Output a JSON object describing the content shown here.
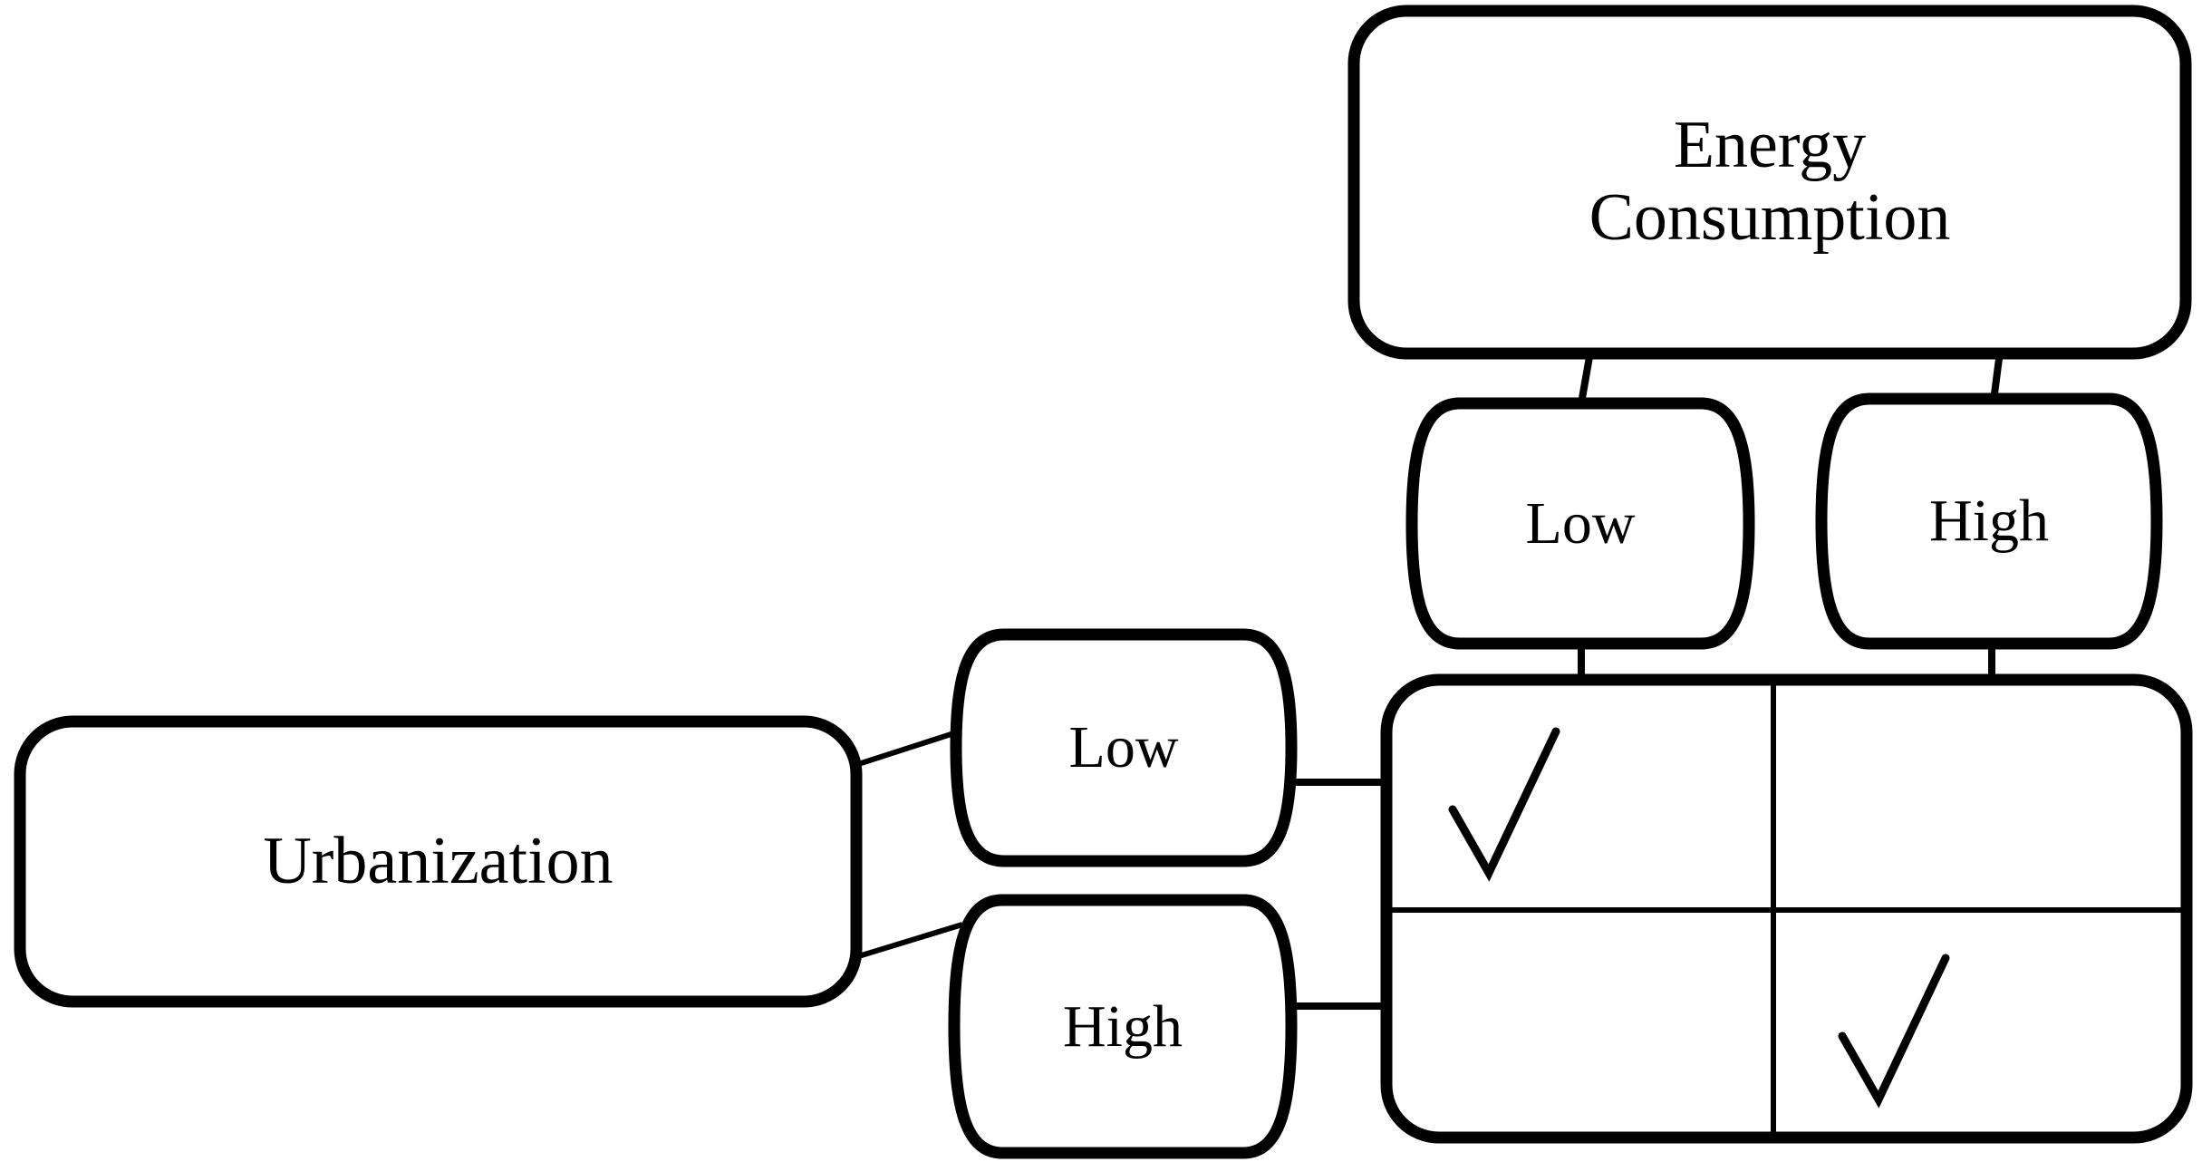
{
  "diagram": {
    "type": "bayesian-network-cpt",
    "background_color": "#ffffff",
    "stroke_color": "#000000",
    "variables": [
      {
        "id": "urbanization",
        "label": "Urbanization",
        "states": [
          "Low",
          "High"
        ]
      },
      {
        "id": "energy_consumption",
        "label": "Energy\nConsumption",
        "states": [
          "Low",
          "High"
        ]
      }
    ],
    "nodes": {
      "var_urbanization": {
        "label": "Urbanization"
      },
      "var_energy": {
        "label": "Energy\nConsumption"
      },
      "state_urbanization_low": {
        "label": "Low"
      },
      "state_urbanization_high": {
        "label": "High"
      },
      "state_energy_low": {
        "label": "Low"
      },
      "state_energy_high": {
        "label": "High"
      }
    },
    "table": {
      "row_variable": "Urbanization",
      "column_variable": "Energy Consumption",
      "row_headers": [
        "Low",
        "High"
      ],
      "column_headers": [
        "Low",
        "High"
      ],
      "checkmark_glyph": "√",
      "cells": [
        [
          {
            "mark": "√",
            "checked": true
          },
          {
            "mark": "",
            "checked": false
          }
        ],
        [
          {
            "mark": "",
            "checked": false
          },
          {
            "mark": "√",
            "checked": true
          }
        ]
      ]
    }
  },
  "chart_data": {
    "type": "table",
    "title": "",
    "row_variable": "Urbanization",
    "column_variable": "Energy Consumption",
    "row_categories": [
      "Low",
      "High"
    ],
    "column_categories": [
      "Low",
      "High"
    ],
    "values": [
      [
        1,
        0
      ],
      [
        0,
        1
      ]
    ],
    "cell_text": [
      [
        "√",
        ""
      ],
      [
        "",
        "√"
      ]
    ]
  }
}
